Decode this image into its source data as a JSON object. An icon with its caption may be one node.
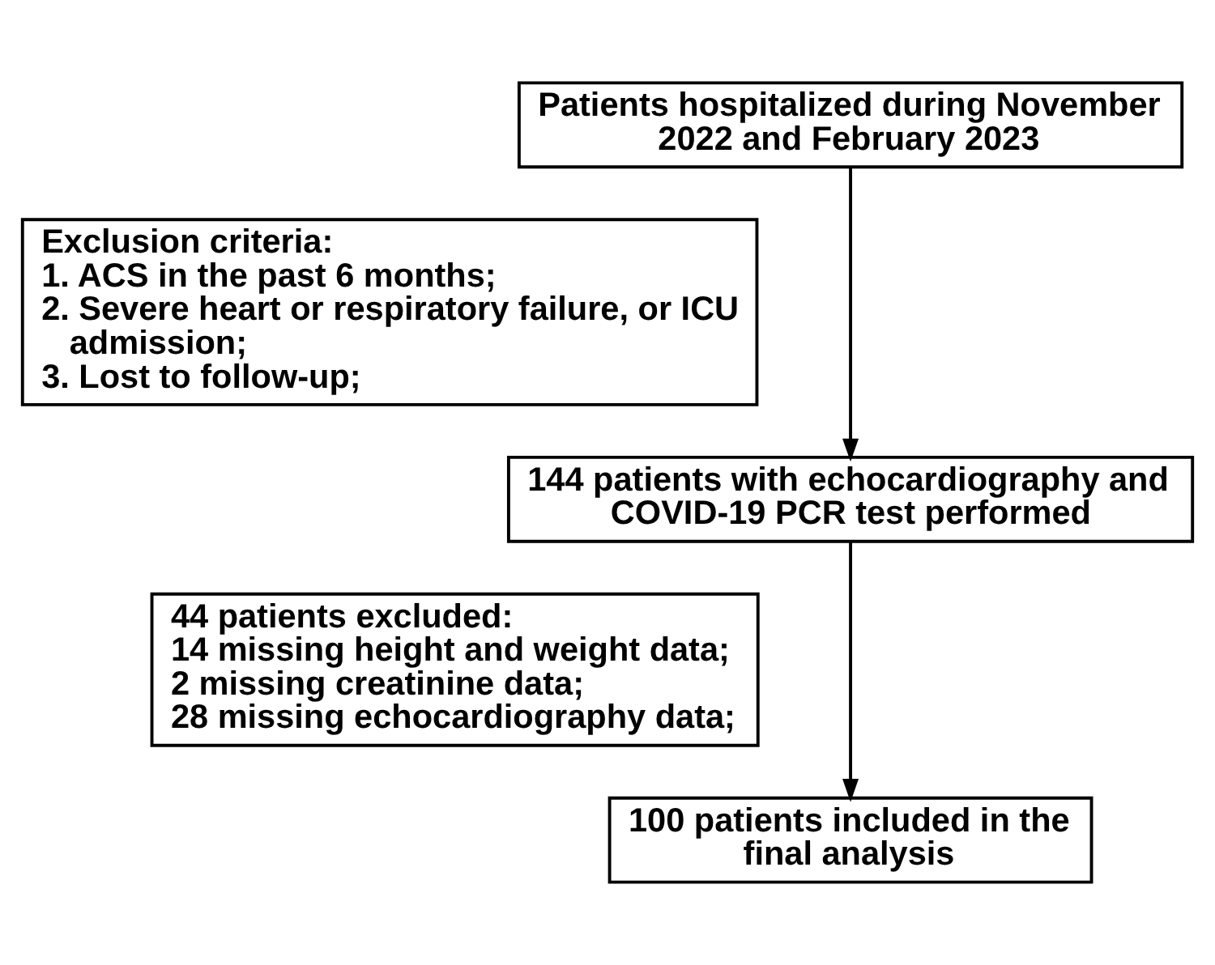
{
  "diagram": {
    "nodes": [
      {
        "text": [
          "Patients hospitalized during November 2022 and February 2023"
        ]
      },
      {
        "text": [
          "Exclusion criteria:",
          "1. ACS in the past 6 months;",
          "2. Severe heart or respiratory failure, or ICU admission;",
          "3. Lost to follow-up;"
        ]
      },
      {
        "text": [
          "144 patients with echocardiography and COVID-19 PCR test performed"
        ]
      },
      {
        "text": [
          "44 patients excluded:",
          "14 missing height and weight data;",
          "2 missing creatinine data;",
          "28 missing echocardiography data;"
        ]
      },
      {
        "text": [
          "100 patients included in the final analysis"
        ]
      }
    ],
    "edges": [
      {
        "from": 0,
        "to": 2,
        "arrow": "to"
      },
      {
        "from": 2,
        "to": 4,
        "arrow": "to"
      }
    ]
  }
}
